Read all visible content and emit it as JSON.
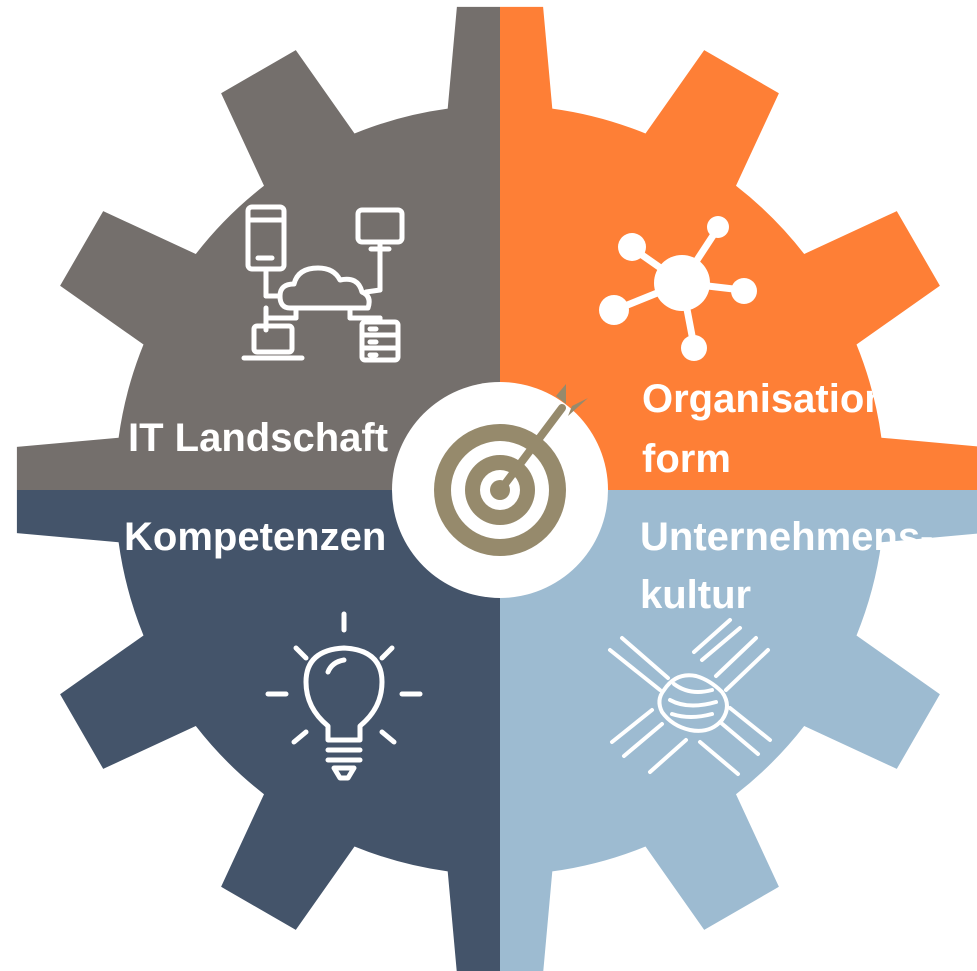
{
  "segments": {
    "top_left": {
      "label_lines": [
        "IT Landschaft"
      ],
      "color": "#746F6C",
      "icon": "it-infrastructure-icon"
    },
    "top_right": {
      "label_lines": [
        "Organisations-",
        "form"
      ],
      "color": "#FE7F36",
      "icon": "network-hub-icon"
    },
    "bottom_left": {
      "label_lines": [
        "Kompetenzen"
      ],
      "color": "#44546A",
      "icon": "lightbulb-icon"
    },
    "bottom_right": {
      "label_lines": [
        "Unternehmens-",
        "kultur"
      ],
      "color": "#9DBBD1",
      "icon": "stacked-hands-icon"
    }
  },
  "center": {
    "icon": "target-arrow-icon",
    "color": "#968A6C",
    "background": "#FFFFFF"
  },
  "icon_color": "#FFFFFF"
}
